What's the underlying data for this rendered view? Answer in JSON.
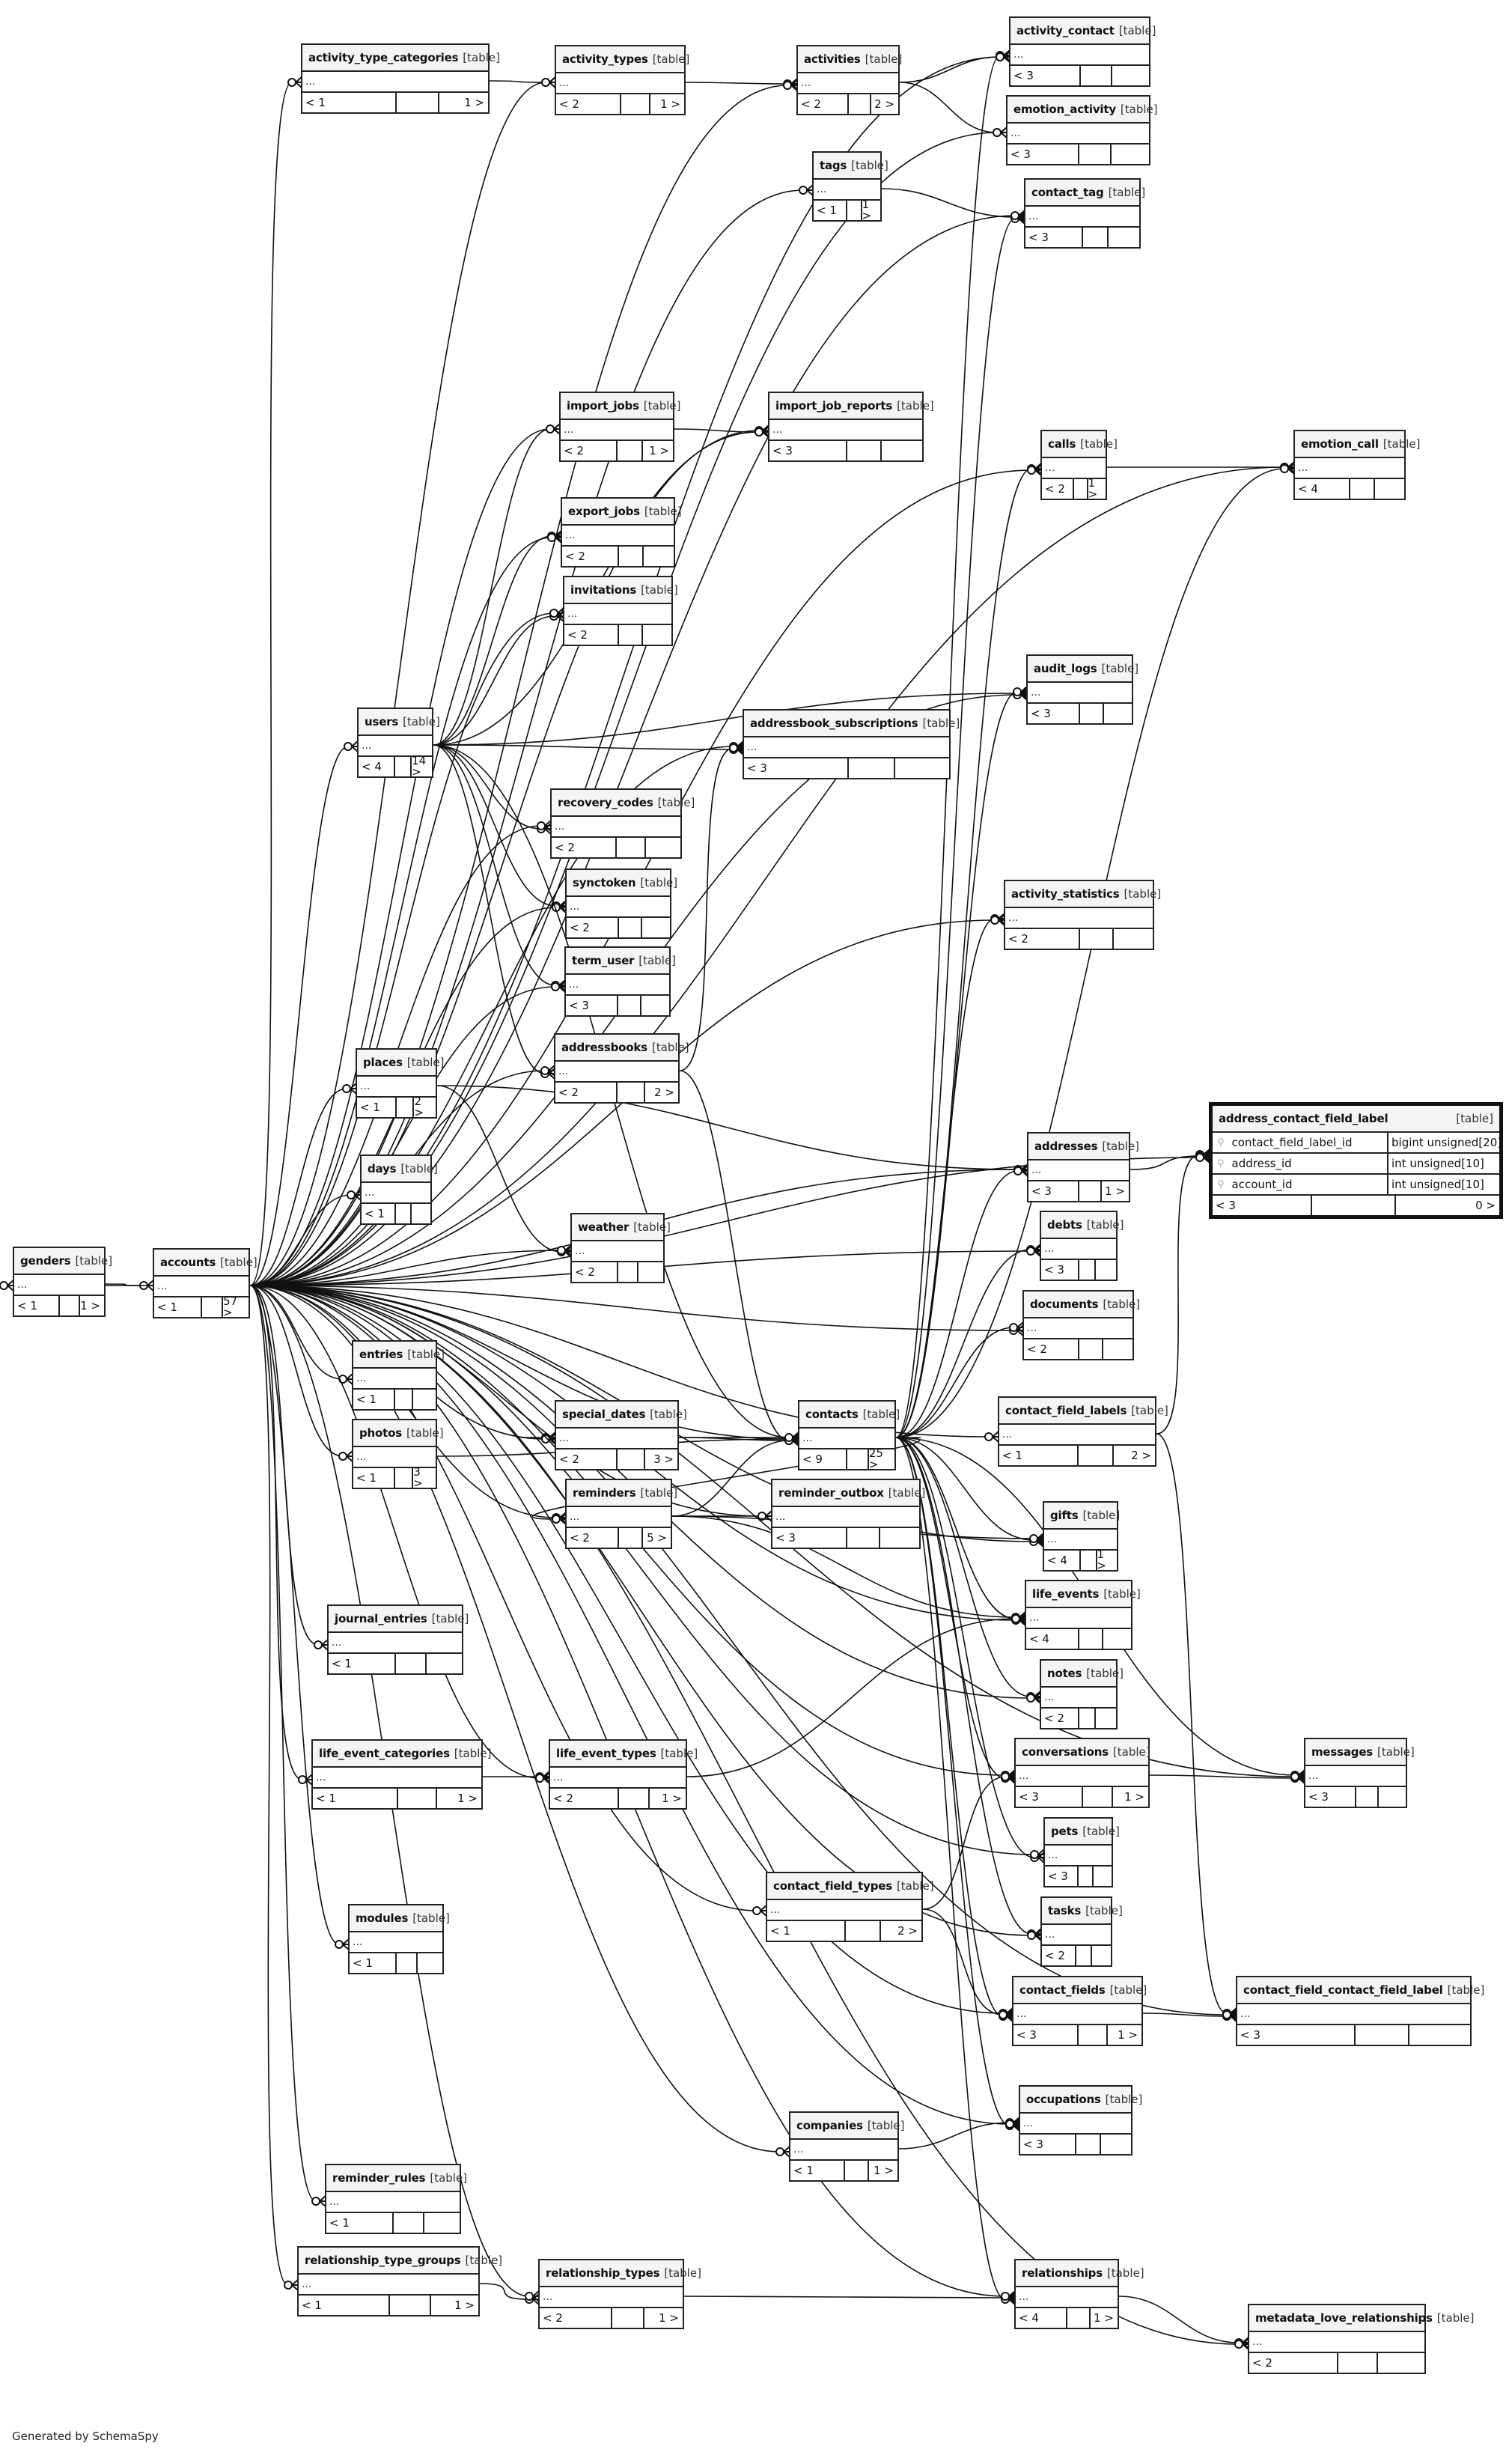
{
  "diagram": {
    "kind_label": "[table]",
    "ellipsis": "...",
    "footer": "Generated by SchemaSpy",
    "focus_table": {
      "name": "address_contact_field_label",
      "columns": [
        {
          "name": "contact_field_label_id",
          "type": "bigint unsigned[20]",
          "icon": "key-icon"
        },
        {
          "name": "address_id",
          "type": "int unsigned[10]",
          "icon": "key-icon"
        },
        {
          "name": "account_id",
          "type": "int unsigned[10]",
          "icon": "key-icon"
        }
      ],
      "parents": "< 3",
      "children": "0 >"
    },
    "tables": [
      {
        "id": "activity_type_categories",
        "name": "activity_type_categories",
        "parents": "< 1",
        "children": "1 >"
      },
      {
        "id": "activity_types",
        "name": "activity_types",
        "parents": "< 2",
        "children": "1 >"
      },
      {
        "id": "activities",
        "name": "activities",
        "parents": "< 2",
        "children": "2 >"
      },
      {
        "id": "activity_contact",
        "name": "activity_contact",
        "parents": "< 3",
        "children": ""
      },
      {
        "id": "emotion_activity",
        "name": "emotion_activity",
        "parents": "< 3",
        "children": ""
      },
      {
        "id": "tags",
        "name": "tags",
        "parents": "< 1",
        "children": "1 >"
      },
      {
        "id": "contact_tag",
        "name": "contact_tag",
        "parents": "< 3",
        "children": ""
      },
      {
        "id": "import_jobs",
        "name": "import_jobs",
        "parents": "< 2",
        "children": "1 >"
      },
      {
        "id": "import_job_reports",
        "name": "import_job_reports",
        "parents": "< 3",
        "children": ""
      },
      {
        "id": "calls",
        "name": "calls",
        "parents": "< 2",
        "children": "1 >"
      },
      {
        "id": "emotion_call",
        "name": "emotion_call",
        "parents": "< 4",
        "children": ""
      },
      {
        "id": "export_jobs",
        "name": "export_jobs",
        "parents": "< 2",
        "children": ""
      },
      {
        "id": "invitations",
        "name": "invitations",
        "parents": "< 2",
        "children": ""
      },
      {
        "id": "audit_logs",
        "name": "audit_logs",
        "parents": "< 3",
        "children": ""
      },
      {
        "id": "users",
        "name": "users",
        "parents": "< 4",
        "children": "14 >"
      },
      {
        "id": "addressbook_subscriptions",
        "name": "addressbook_subscriptions",
        "parents": "< 3",
        "children": ""
      },
      {
        "id": "recovery_codes",
        "name": "recovery_codes",
        "parents": "< 2",
        "children": ""
      },
      {
        "id": "synctoken",
        "name": "synctoken",
        "parents": "< 2",
        "children": ""
      },
      {
        "id": "activity_statistics",
        "name": "activity_statistics",
        "parents": "< 2",
        "children": ""
      },
      {
        "id": "term_user",
        "name": "term_user",
        "parents": "< 3",
        "children": ""
      },
      {
        "id": "addressbooks",
        "name": "addressbooks",
        "parents": "< 2",
        "children": "2 >"
      },
      {
        "id": "places",
        "name": "places",
        "parents": "< 1",
        "children": "2 >"
      },
      {
        "id": "addresses",
        "name": "addresses",
        "parents": "< 3",
        "children": "1 >"
      },
      {
        "id": "days",
        "name": "days",
        "parents": "< 1",
        "children": ""
      },
      {
        "id": "debts",
        "name": "debts",
        "parents": "< 3",
        "children": ""
      },
      {
        "id": "weather",
        "name": "weather",
        "parents": "< 2",
        "children": ""
      },
      {
        "id": "genders",
        "name": "genders",
        "parents": "< 1",
        "children": "1 >"
      },
      {
        "id": "accounts",
        "name": "accounts",
        "parents": "< 1",
        "children": "57 >"
      },
      {
        "id": "documents",
        "name": "documents",
        "parents": "< 2",
        "children": ""
      },
      {
        "id": "entries",
        "name": "entries",
        "parents": "< 1",
        "children": ""
      },
      {
        "id": "contact_field_labels",
        "name": "contact_field_labels",
        "parents": "< 1",
        "children": "2 >"
      },
      {
        "id": "photos",
        "name": "photos",
        "parents": "< 1",
        "children": "3 >"
      },
      {
        "id": "special_dates",
        "name": "special_dates",
        "parents": "< 2",
        "children": "3 >"
      },
      {
        "id": "contacts",
        "name": "contacts",
        "parents": "< 9",
        "children": "25 >"
      },
      {
        "id": "reminders",
        "name": "reminders",
        "parents": "< 2",
        "children": "5 >"
      },
      {
        "id": "reminder_outbox",
        "name": "reminder_outbox",
        "parents": "< 3",
        "children": ""
      },
      {
        "id": "gifts",
        "name": "gifts",
        "parents": "< 4",
        "children": "1 >"
      },
      {
        "id": "life_events",
        "name": "life_events",
        "parents": "< 4",
        "children": ""
      },
      {
        "id": "journal_entries",
        "name": "journal_entries",
        "parents": "< 1",
        "children": ""
      },
      {
        "id": "notes",
        "name": "notes",
        "parents": "< 2",
        "children": ""
      },
      {
        "id": "life_event_categories",
        "name": "life_event_categories",
        "parents": "< 1",
        "children": "1 >"
      },
      {
        "id": "life_event_types",
        "name": "life_event_types",
        "parents": "< 2",
        "children": "1 >"
      },
      {
        "id": "conversations",
        "name": "conversations",
        "parents": "< 3",
        "children": "1 >"
      },
      {
        "id": "messages",
        "name": "messages",
        "parents": "< 3",
        "children": ""
      },
      {
        "id": "pets",
        "name": "pets",
        "parents": "< 3",
        "children": ""
      },
      {
        "id": "contact_field_types",
        "name": "contact_field_types",
        "parents": "< 1",
        "children": "2 >"
      },
      {
        "id": "modules",
        "name": "modules",
        "parents": "< 1",
        "children": ""
      },
      {
        "id": "tasks",
        "name": "tasks",
        "parents": "< 2",
        "children": ""
      },
      {
        "id": "contact_fields",
        "name": "contact_fields",
        "parents": "< 3",
        "children": "1 >"
      },
      {
        "id": "contact_field_contact_field_label",
        "name": "contact_field_contact_field_label",
        "parents": "< 3",
        "children": ""
      },
      {
        "id": "occupations",
        "name": "occupations",
        "parents": "< 3",
        "children": ""
      },
      {
        "id": "companies",
        "name": "companies",
        "parents": "< 1",
        "children": "1 >"
      },
      {
        "id": "reminder_rules",
        "name": "reminder_rules",
        "parents": "< 1",
        "children": ""
      },
      {
        "id": "relationship_type_groups",
        "name": "relationship_type_groups",
        "parents": "< 1",
        "children": "1 >"
      },
      {
        "id": "relationship_types",
        "name": "relationship_types",
        "parents": "< 2",
        "children": "1 >"
      },
      {
        "id": "relationships",
        "name": "relationships",
        "parents": "< 4",
        "children": "1 >"
      },
      {
        "id": "metadata_love_relationships",
        "name": "metadata_love_relationships",
        "parents": "< 2",
        "children": ""
      }
    ],
    "relationships": [
      [
        "activity_type_categories",
        "activity_types"
      ],
      [
        "activity_types",
        "activities"
      ],
      [
        "activities",
        "activity_contact"
      ],
      [
        "activities",
        "emotion_activity"
      ],
      [
        "contacts",
        "activity_contact"
      ],
      [
        "accounts",
        "activity_contact"
      ],
      [
        "accounts",
        "emotion_activity"
      ],
      [
        "tags",
        "contact_tag"
      ],
      [
        "contacts",
        "contact_tag"
      ],
      [
        "accounts",
        "contact_tag"
      ],
      [
        "accounts",
        "tags"
      ],
      [
        "accounts",
        "activities"
      ],
      [
        "accounts",
        "activity_types"
      ],
      [
        "accounts",
        "activity_type_categories"
      ],
      [
        "import_jobs",
        "import_job_reports"
      ],
      [
        "users",
        "import_jobs"
      ],
      [
        "users",
        "export_jobs"
      ],
      [
        "users",
        "invitations"
      ],
      [
        "accounts",
        "import_jobs"
      ],
      [
        "accounts",
        "import_job_reports"
      ],
      [
        "users",
        "import_job_reports"
      ],
      [
        "calls",
        "emotion_call"
      ],
      [
        "contacts",
        "calls"
      ],
      [
        "accounts",
        "calls"
      ],
      [
        "accounts",
        "emotion_call"
      ],
      [
        "contacts",
        "emotion_call"
      ],
      [
        "accounts",
        "export_jobs"
      ],
      [
        "accounts",
        "invitations"
      ],
      [
        "users",
        "audit_logs"
      ],
      [
        "accounts",
        "audit_logs"
      ],
      [
        "contacts",
        "audit_logs"
      ],
      [
        "accounts",
        "users"
      ],
      [
        "users",
        "addressbook_subscriptions"
      ],
      [
        "accounts",
        "addressbook_subscriptions"
      ],
      [
        "addressbooks",
        "addressbook_subscriptions"
      ],
      [
        "users",
        "recovery_codes"
      ],
      [
        "users",
        "synctoken"
      ],
      [
        "users",
        "term_user"
      ],
      [
        "users",
        "addressbooks"
      ],
      [
        "accounts",
        "recovery_codes"
      ],
      [
        "accounts",
        "synctoken"
      ],
      [
        "accounts",
        "term_user"
      ],
      [
        "accounts",
        "addressbooks"
      ],
      [
        "contacts",
        "activity_statistics"
      ],
      [
        "accounts",
        "activity_statistics"
      ],
      [
        "places",
        "addresses"
      ],
      [
        "places",
        "weather"
      ],
      [
        "accounts",
        "places"
      ],
      [
        "accounts",
        "addresses"
      ],
      [
        "contacts",
        "addresses"
      ],
      [
        "accounts",
        "days"
      ],
      [
        "accounts",
        "weather"
      ],
      [
        "contacts",
        "debts"
      ],
      [
        "accounts",
        "debts"
      ],
      [
        "genders",
        "accounts"
      ],
      [
        "accounts",
        "genders"
      ],
      [
        "accounts",
        "documents"
      ],
      [
        "contacts",
        "documents"
      ],
      [
        "accounts",
        "entries"
      ],
      [
        "accounts",
        "contact_field_labels"
      ],
      [
        "contact_field_labels",
        "address_contact_field_label"
      ],
      [
        "addresses",
        "address_contact_field_label"
      ],
      [
        "accounts",
        "address_contact_field_label"
      ],
      [
        "accounts",
        "photos"
      ],
      [
        "photos",
        "contacts"
      ],
      [
        "special_dates",
        "contacts"
      ],
      [
        "contacts",
        "special_dates"
      ],
      [
        "accounts",
        "special_dates"
      ],
      [
        "reminders",
        "contacts"
      ],
      [
        "reminders",
        "reminder_outbox"
      ],
      [
        "accounts",
        "reminders"
      ],
      [
        "contacts",
        "reminders"
      ],
      [
        "accounts",
        "reminder_outbox"
      ],
      [
        "accounts",
        "contacts"
      ],
      [
        "addressbooks",
        "contacts"
      ],
      [
        "users",
        "contacts"
      ],
      [
        "contacts",
        "gifts"
      ],
      [
        "accounts",
        "gifts"
      ],
      [
        "reminders",
        "gifts"
      ],
      [
        "contacts",
        "life_events"
      ],
      [
        "accounts",
        "life_events"
      ],
      [
        "reminders",
        "life_events"
      ],
      [
        "life_event_types",
        "life_events"
      ],
      [
        "accounts",
        "journal_entries"
      ],
      [
        "contacts",
        "notes"
      ],
      [
        "accounts",
        "notes"
      ],
      [
        "accounts",
        "life_event_categories"
      ],
      [
        "life_event_categories",
        "life_event_types"
      ],
      [
        "accounts",
        "life_event_types"
      ],
      [
        "contacts",
        "conversations"
      ],
      [
        "accounts",
        "conversations"
      ],
      [
        "contact_field_types",
        "conversations"
      ],
      [
        "conversations",
        "messages"
      ],
      [
        "contacts",
        "messages"
      ],
      [
        "accounts",
        "messages"
      ],
      [
        "contacts",
        "pets"
      ],
      [
        "accounts",
        "pets"
      ],
      [
        "accounts",
        "contact_field_types"
      ],
      [
        "accounts",
        "modules"
      ],
      [
        "contacts",
        "tasks"
      ],
      [
        "accounts",
        "tasks"
      ],
      [
        "contacts",
        "contact_fields"
      ],
      [
        "accounts",
        "contact_fields"
      ],
      [
        "contact_field_types",
        "contact_fields"
      ],
      [
        "contact_fields",
        "contact_field_contact_field_label"
      ],
      [
        "contact_field_labels",
        "contact_field_contact_field_label"
      ],
      [
        "accounts",
        "contact_field_contact_field_label"
      ],
      [
        "contacts",
        "occupations"
      ],
      [
        "companies",
        "occupations"
      ],
      [
        "accounts",
        "occupations"
      ],
      [
        "accounts",
        "companies"
      ],
      [
        "accounts",
        "reminder_rules"
      ],
      [
        "accounts",
        "relationship_type_groups"
      ],
      [
        "relationship_type_groups",
        "relationship_types"
      ],
      [
        "accounts",
        "relationship_types"
      ],
      [
        "relationship_types",
        "relationships"
      ],
      [
        "contacts",
        "relationships"
      ],
      [
        "accounts",
        "relationships"
      ],
      [
        "relationships",
        "metadata_love_relationships"
      ],
      [
        "accounts",
        "metadata_love_relationships"
      ]
    ]
  }
}
